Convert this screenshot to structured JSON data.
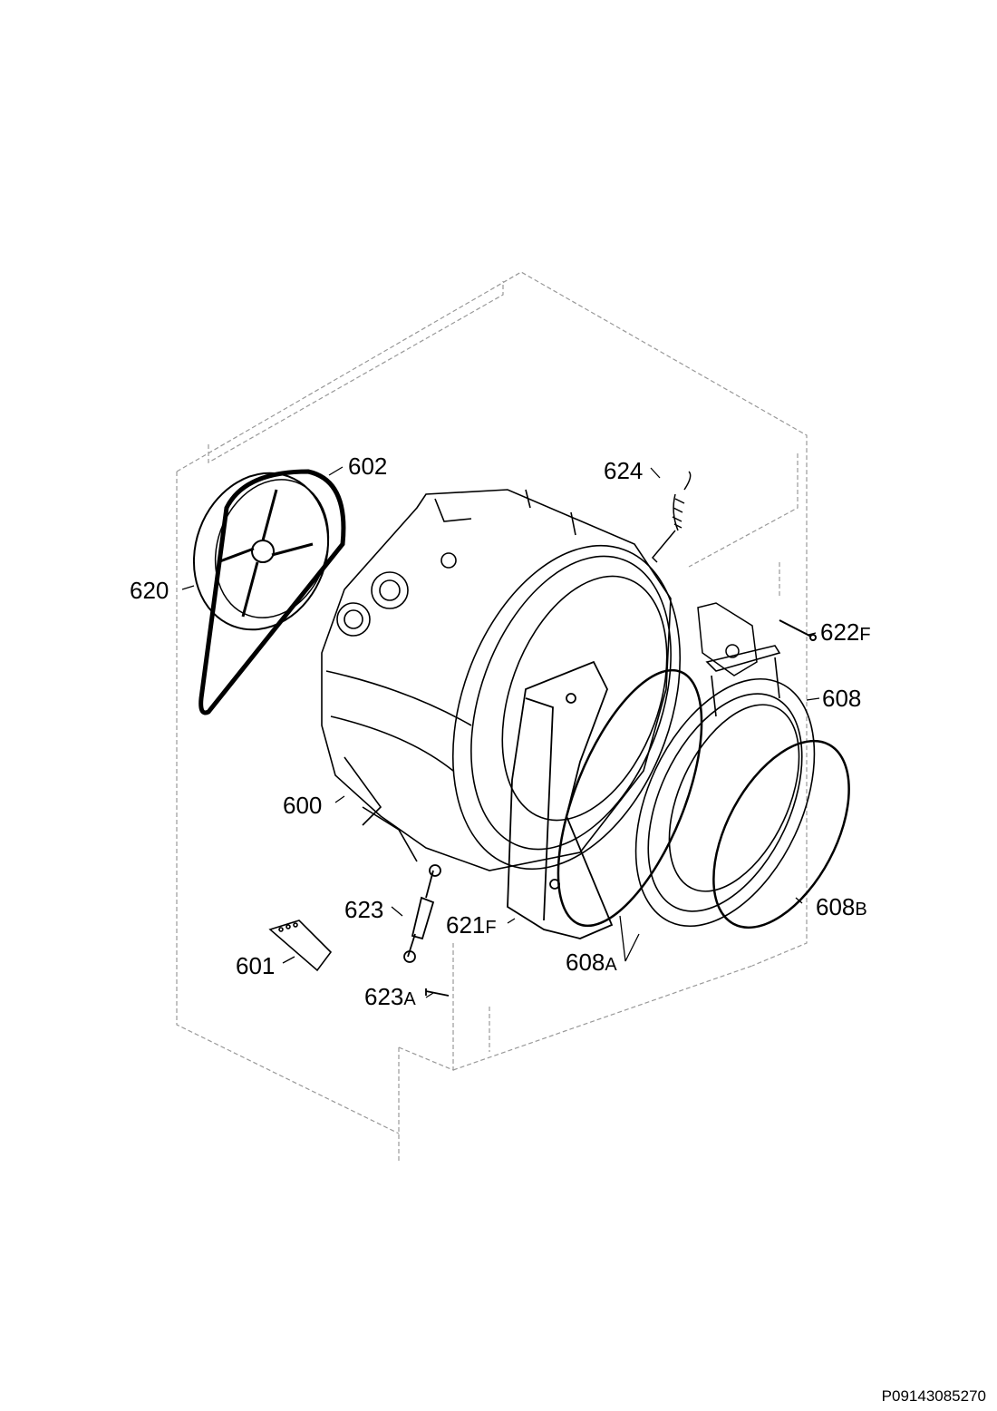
{
  "diagram": {
    "labels": [
      {
        "id": "602",
        "main": "602",
        "suffix": ""
      },
      {
        "id": "620",
        "main": "620",
        "suffix": ""
      },
      {
        "id": "624",
        "main": "624",
        "suffix": ""
      },
      {
        "id": "622F",
        "main": "622",
        "suffix": "F"
      },
      {
        "id": "608",
        "main": "608",
        "suffix": ""
      },
      {
        "id": "600",
        "main": "600",
        "suffix": ""
      },
      {
        "id": "608B",
        "main": "608",
        "suffix": "B"
      },
      {
        "id": "623",
        "main": "623",
        "suffix": ""
      },
      {
        "id": "621F",
        "main": "621",
        "suffix": "F"
      },
      {
        "id": "608A",
        "main": "608",
        "suffix": "A"
      },
      {
        "id": "601",
        "main": "601",
        "suffix": ""
      },
      {
        "id": "623A",
        "main": "623",
        "suffix": "A"
      }
    ],
    "document_code": "P09143085270",
    "colors": {
      "line": "#000000",
      "cabinet": "#999999",
      "background": "#ffffff"
    }
  }
}
